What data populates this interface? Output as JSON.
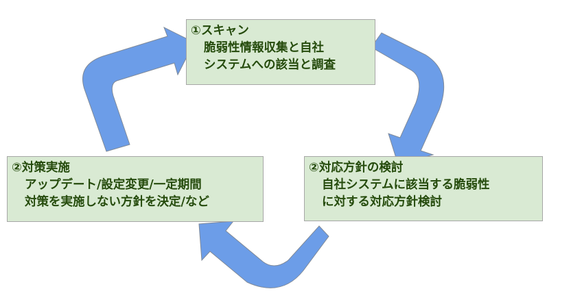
{
  "diagram": {
    "type": "cycle",
    "colors": {
      "box_fill": "#d9ead3",
      "box_border": "#a6a6a6",
      "text": "#254b0c",
      "arrow_fill": "#6c9de8"
    },
    "steps": [
      {
        "id": "scan",
        "title": "①スキャン",
        "lines": [
          "脆弱性情報収集と自社",
          "システムへの該当と調査"
        ]
      },
      {
        "id": "policy",
        "title": "②対応方針の検討",
        "lines": [
          "自社システムに該当する脆弱性",
          "に対する対応方針検討"
        ]
      },
      {
        "id": "measure",
        "title": "②対策実施",
        "lines": [
          "アップデート/設定変更/一定期間",
          "対策を実施しない方針を決定/など"
        ]
      }
    ],
    "arrows": [
      {
        "from": "measure",
        "to": "scan"
      },
      {
        "from": "scan",
        "to": "policy"
      },
      {
        "from": "policy",
        "to": "measure"
      }
    ]
  }
}
